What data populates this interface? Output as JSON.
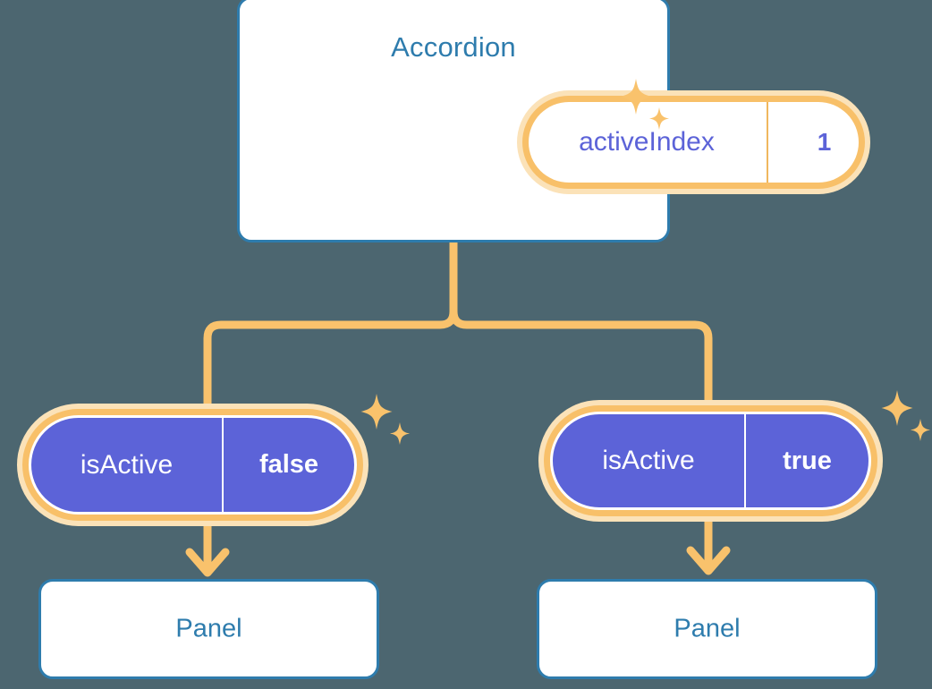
{
  "theme": {
    "background": "#4c6670",
    "card_border": "#2e7cad",
    "card_fill": "#ffffff",
    "title_color": "#2e7cad",
    "accent_amber": "#f8c069",
    "accent_amber_soft": "#fbe2b8",
    "accent_purple": "#5c63d8",
    "connector_color": "#f9c26c"
  },
  "diagram": {
    "type": "component-state-tree",
    "root": {
      "name": "accordion-card",
      "title": "Accordion",
      "state": {
        "key": "activeIndex",
        "value": "1",
        "style": "light"
      },
      "sparkle_count": 2
    },
    "children": [
      {
        "name": "branch-left",
        "state": {
          "key": "isActive",
          "value": "false",
          "style": "solid"
        },
        "sparkle_count": 2,
        "panel": {
          "label": "Panel"
        }
      },
      {
        "name": "branch-right",
        "state": {
          "key": "isActive",
          "value": "true",
          "style": "solid"
        },
        "sparkle_count": 2,
        "panel": {
          "label": "Panel"
        }
      }
    ]
  }
}
